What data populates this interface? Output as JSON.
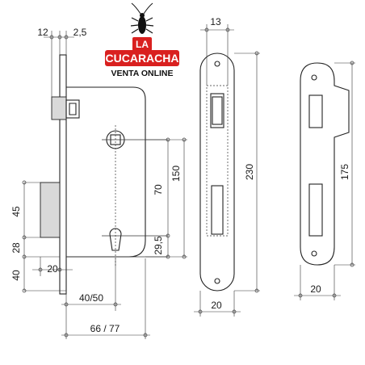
{
  "logo": {
    "line1": "LA",
    "line2": "CUCARACHA",
    "line3": "VENTA ONLINE",
    "icon": "cockroach-icon",
    "accent": "#d9201f"
  },
  "dimensions": {
    "faceplate_thickness": "12",
    "faceplate_offset": "2,5",
    "height_150": "150",
    "height_70": "70",
    "height_29_5": "29,5",
    "left_45": "45",
    "left_28": "28",
    "left_40": "40",
    "left_20": "20",
    "backset_40_50": "40/50",
    "depth_66_77": "66 / 77",
    "faceplate_width_13": "13",
    "faceplate_height_230": "230",
    "faceplate_width_20": "20",
    "strike_height_175": "175",
    "strike_width_20": "20"
  }
}
